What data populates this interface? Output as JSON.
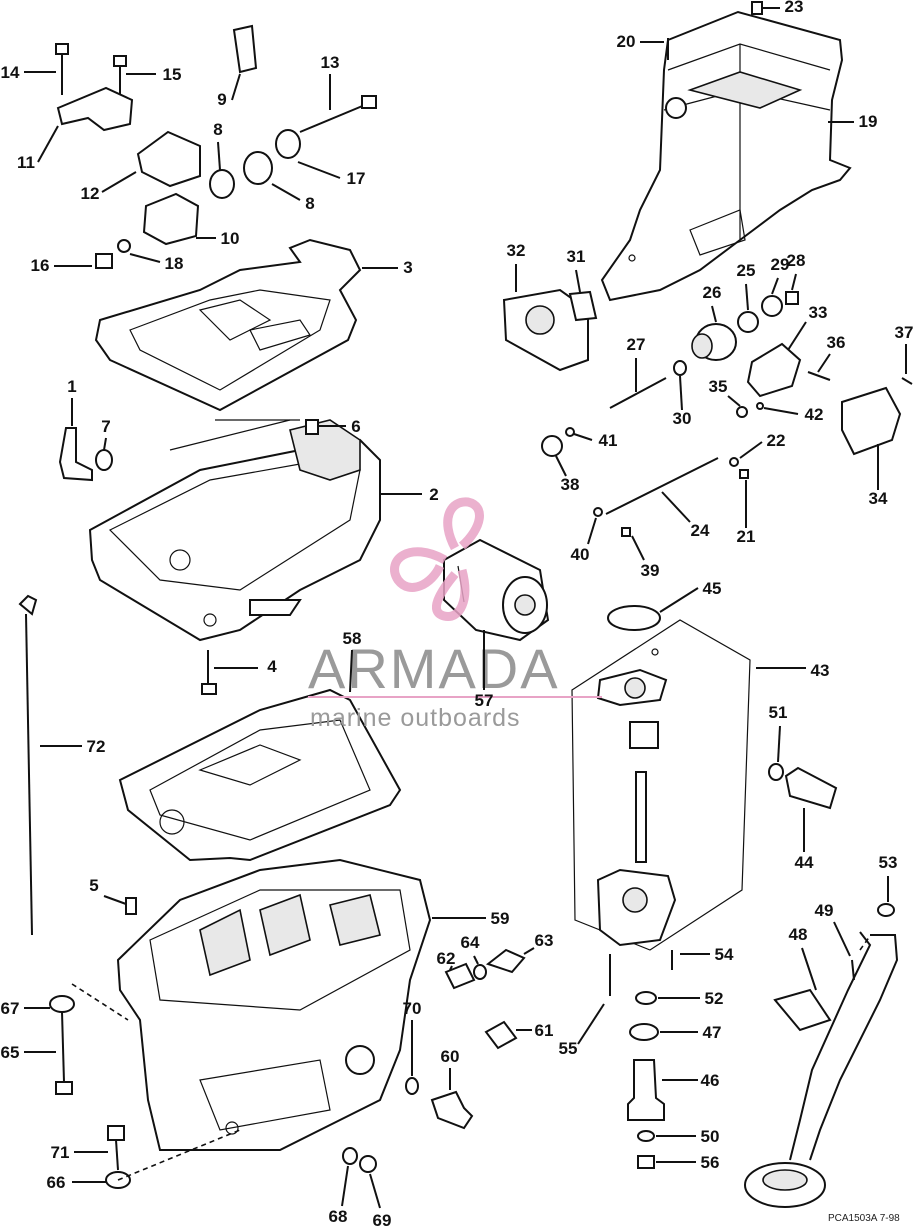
{
  "diagram": {
    "code": "PCA1503A 7-98",
    "watermark": {
      "brand": "ARMADA",
      "tagline": "marine outboards",
      "accent": "#e8a3c6"
    },
    "callouts": [
      "1",
      "2",
      "3",
      "4",
      "5",
      "6",
      "7",
      "8",
      "8",
      "9",
      "10",
      "11",
      "12",
      "13",
      "14",
      "15",
      "16",
      "17",
      "18",
      "19",
      "20",
      "21",
      "22",
      "23",
      "24",
      "25",
      "26",
      "27",
      "28",
      "29",
      "30",
      "31",
      "32",
      "33",
      "34",
      "35",
      "36",
      "37",
      "38",
      "39",
      "40",
      "41",
      "42",
      "43",
      "44",
      "45",
      "46",
      "47",
      "48",
      "49",
      "50",
      "51",
      "52",
      "53",
      "54",
      "55",
      "56",
      "57",
      "58",
      "59",
      "60",
      "61",
      "62",
      "63",
      "64",
      "65",
      "66",
      "67",
      "68",
      "69",
      "70",
      "71",
      "72"
    ]
  }
}
